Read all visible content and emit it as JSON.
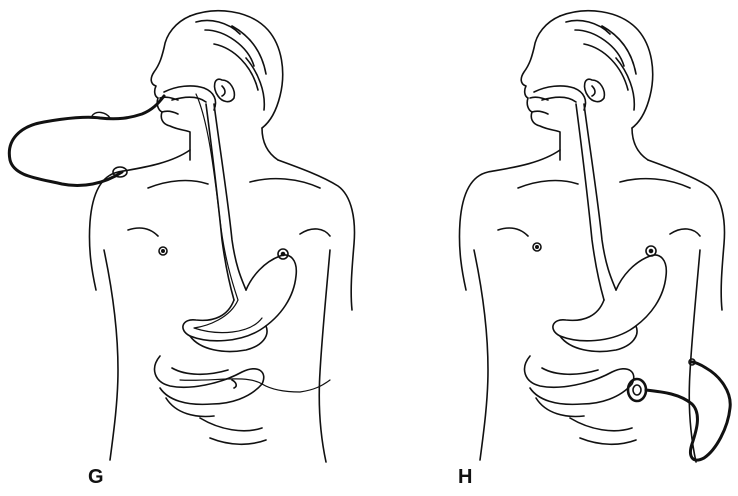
{
  "panels": [
    {
      "id": "G",
      "label": "G"
    },
    {
      "id": "H",
      "label": "H"
    }
  ],
  "colors": {
    "ink": "#111111",
    "paper": "#ffffff"
  }
}
